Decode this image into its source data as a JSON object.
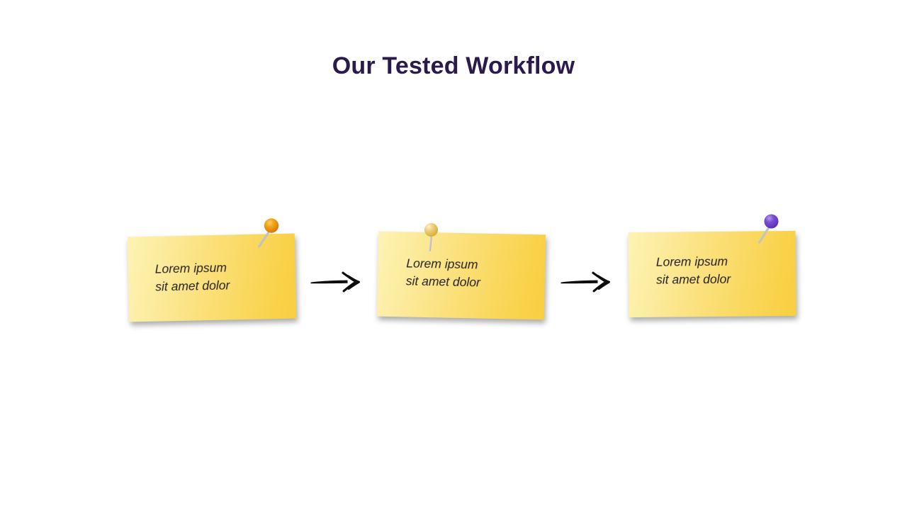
{
  "slide": {
    "background_color": "#ffffff",
    "title": "Our Tested Workflow",
    "title_color": "#2b1b4d"
  },
  "notes": [
    {
      "id": "note-1",
      "line1": "Lorem ipsum",
      "line2": "sit amet dolor",
      "text_color": "#231f20",
      "fill_light": "#fdf3b4",
      "fill_dark": "#f8cf42",
      "pin": {
        "name": "pushpin-orange",
        "head_color": "#e8910c",
        "head_highlight": "#f5bf45",
        "needle_color": "#b3b3b3",
        "position": "top-right"
      }
    },
    {
      "id": "note-2",
      "line1": "Lorem ipsum",
      "line2": "sit amet dolor",
      "text_color": "#231f20",
      "fill_light": "#fdf3b4",
      "fill_dark": "#f8cf42",
      "pin": {
        "name": "pushpin-gold",
        "head_color": "#eec65c",
        "head_highlight": "#fbeec0",
        "needle_color": "#c0c0c0",
        "position": "top-left"
      }
    },
    {
      "id": "note-3",
      "line1": "Lorem ipsum",
      "line2": "sit amet dolor",
      "text_color": "#231f20",
      "fill_light": "#fdf3b4",
      "fill_dark": "#f8cf42",
      "pin": {
        "name": "pushpin-purple",
        "head_color": "#6a3fc4",
        "head_highlight": "#a98bea",
        "needle_color": "#b8b8b8",
        "position": "top-right"
      }
    }
  ],
  "arrows": [
    {
      "id": "arrow-1",
      "name": "arrow-right-hand-drawn",
      "color": "#0d0d0d"
    },
    {
      "id": "arrow-2",
      "name": "arrow-right-hand-drawn",
      "color": "#0d0d0d"
    }
  ]
}
